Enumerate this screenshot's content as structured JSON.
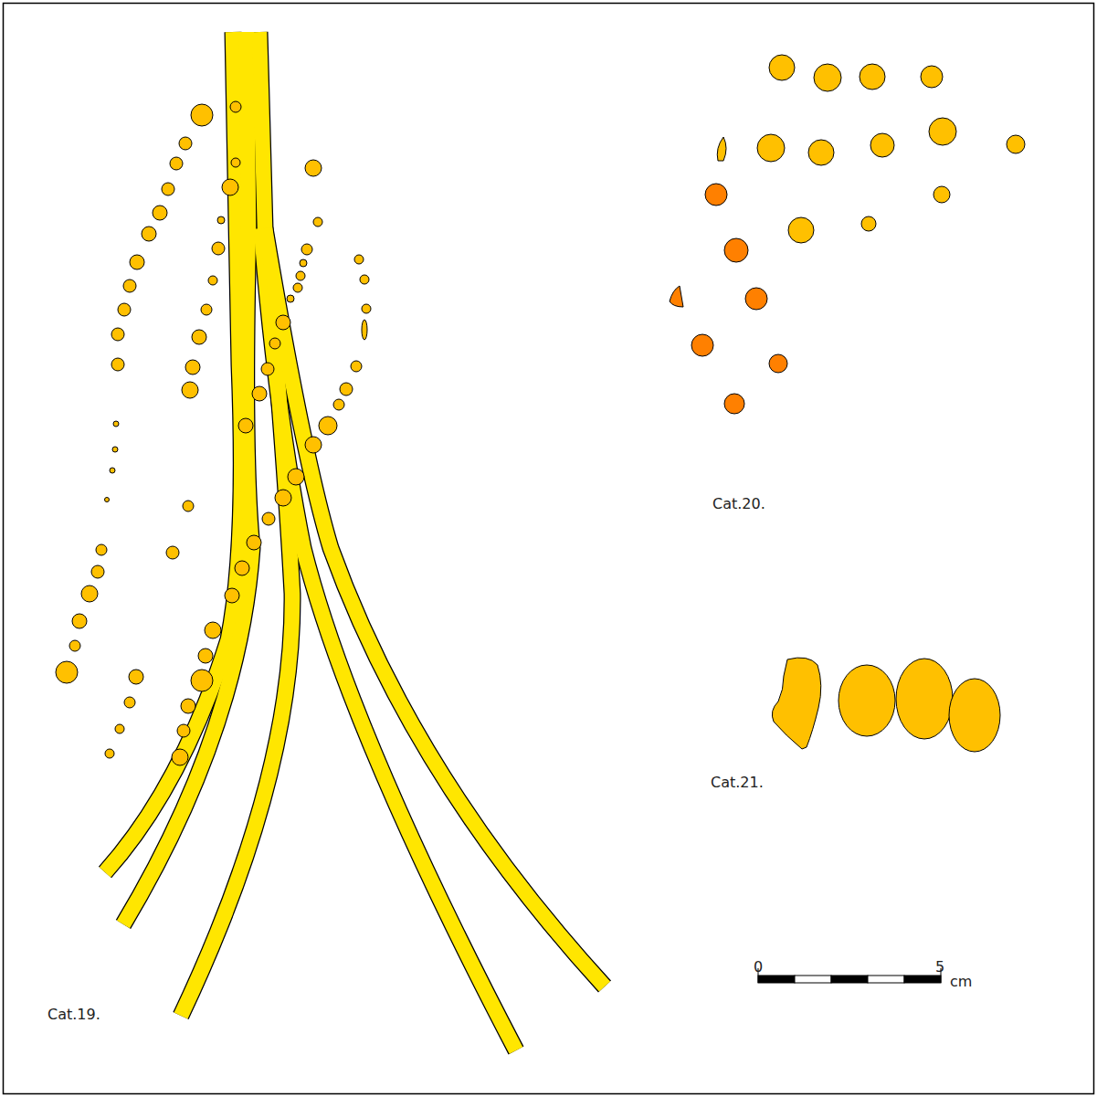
{
  "diagram": {
    "labels": [
      "Cat.19.",
      "Cat.20.",
      "Cat.21.",
      "0",
      "5",
      "cm"
    ]
  }
}
